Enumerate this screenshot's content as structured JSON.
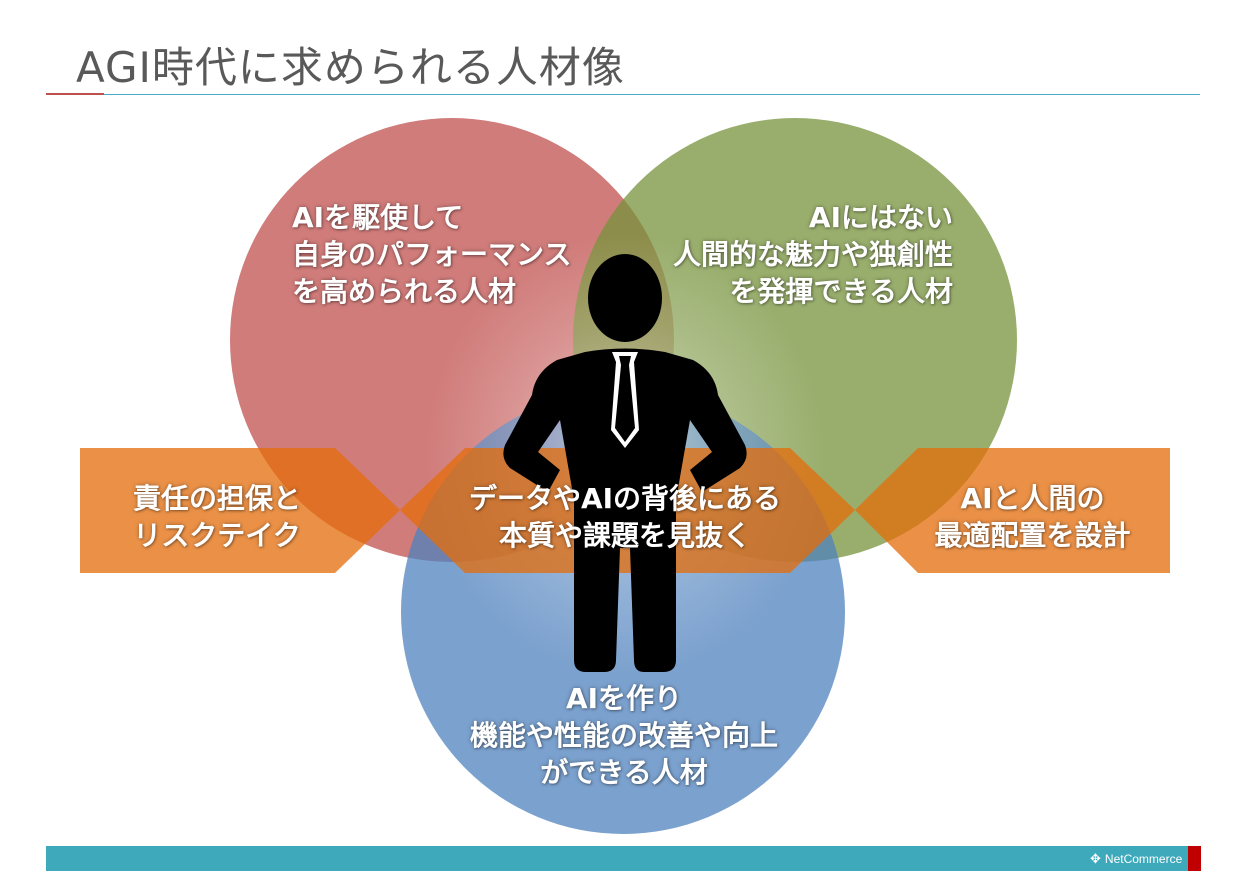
{
  "slide": {
    "title": "AGI時代に求められる人材像"
  },
  "colors": {
    "circle_red": "#c0504d",
    "circle_green": "#77933c",
    "circle_blue": "#4f81bd",
    "pentagon_orange": "#e46c0a",
    "figure": "#000000",
    "footer_teal": "#3ea9bb",
    "footer_red": "#c00000",
    "title_text": "#595959"
  },
  "circles": {
    "red": {
      "lines": [
        "AIを駆使して",
        "自身のパフォーマンス",
        "を高められる人材"
      ]
    },
    "green": {
      "lines": [
        "AIにはない",
        "人間的な魅力や独創性",
        "を発揮できる人材"
      ]
    },
    "blue": {
      "lines": [
        "AIを作り",
        "機能や性能の改善や向上",
        "ができる人材"
      ]
    }
  },
  "pentagons": {
    "left": {
      "lines": [
        "責任の担保と",
        "リスクテイク"
      ]
    },
    "center": {
      "lines": [
        "データやAIの背後にある",
        "本質や課題を見抜く"
      ]
    },
    "right": {
      "lines": [
        "AIと人間の",
        "最適配置を設計"
      ]
    }
  },
  "footer": {
    "logo_icon": "netcommerce-logo-icon",
    "logo_text": "NetCommerce"
  }
}
